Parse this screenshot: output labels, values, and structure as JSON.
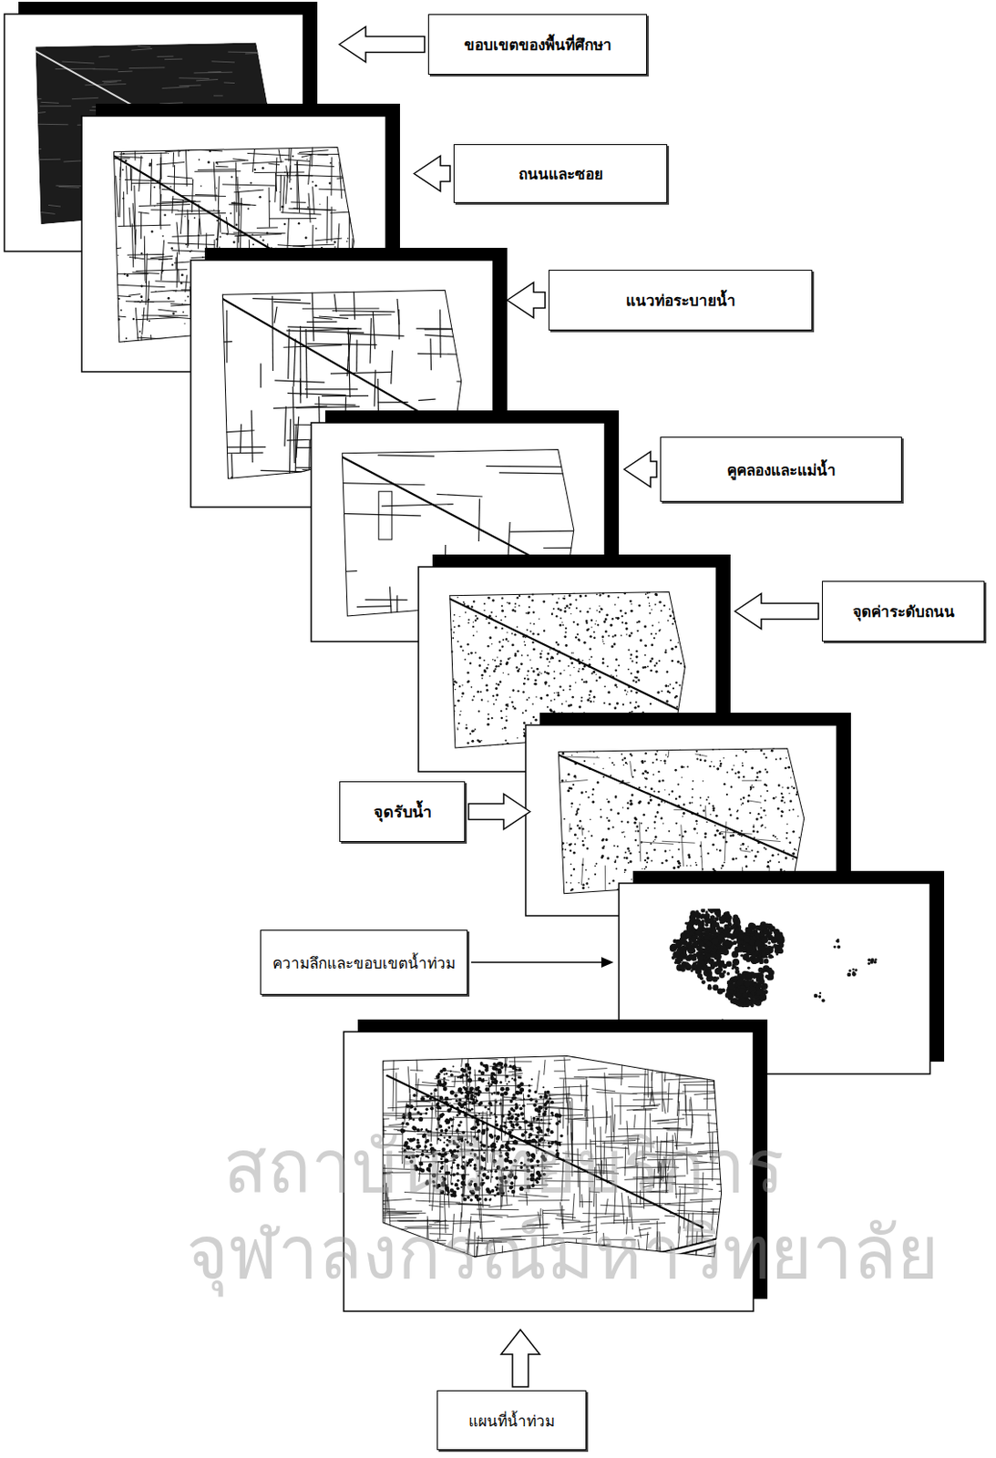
{
  "diagram": {
    "nodes": [
      {
        "text": [
          "ขอบเขตของพื้นที่ศึกษา"
        ]
      },
      {
        "text": [
          "ถนนและซอย"
        ]
      },
      {
        "text": [
          "แนวท่อระบายน้ำ"
        ]
      },
      {
        "text": [
          "คูคลองและแม่น้ำ"
        ]
      },
      {
        "text": [
          "จุดค่าระดับถนน"
        ]
      },
      {
        "text": [
          "จุดรับน้ำ"
        ]
      },
      {
        "text": [
          "ความลึกและขอบเขตน้ำท่วม"
        ]
      },
      {
        "text": [
          "แผนที่น้ำท่วม"
        ]
      }
    ],
    "labels": [
      "สถาบันวิทยบริการ",
      "จุฬาลงกรณ์มหาวิทยาลัย"
    ]
  }
}
